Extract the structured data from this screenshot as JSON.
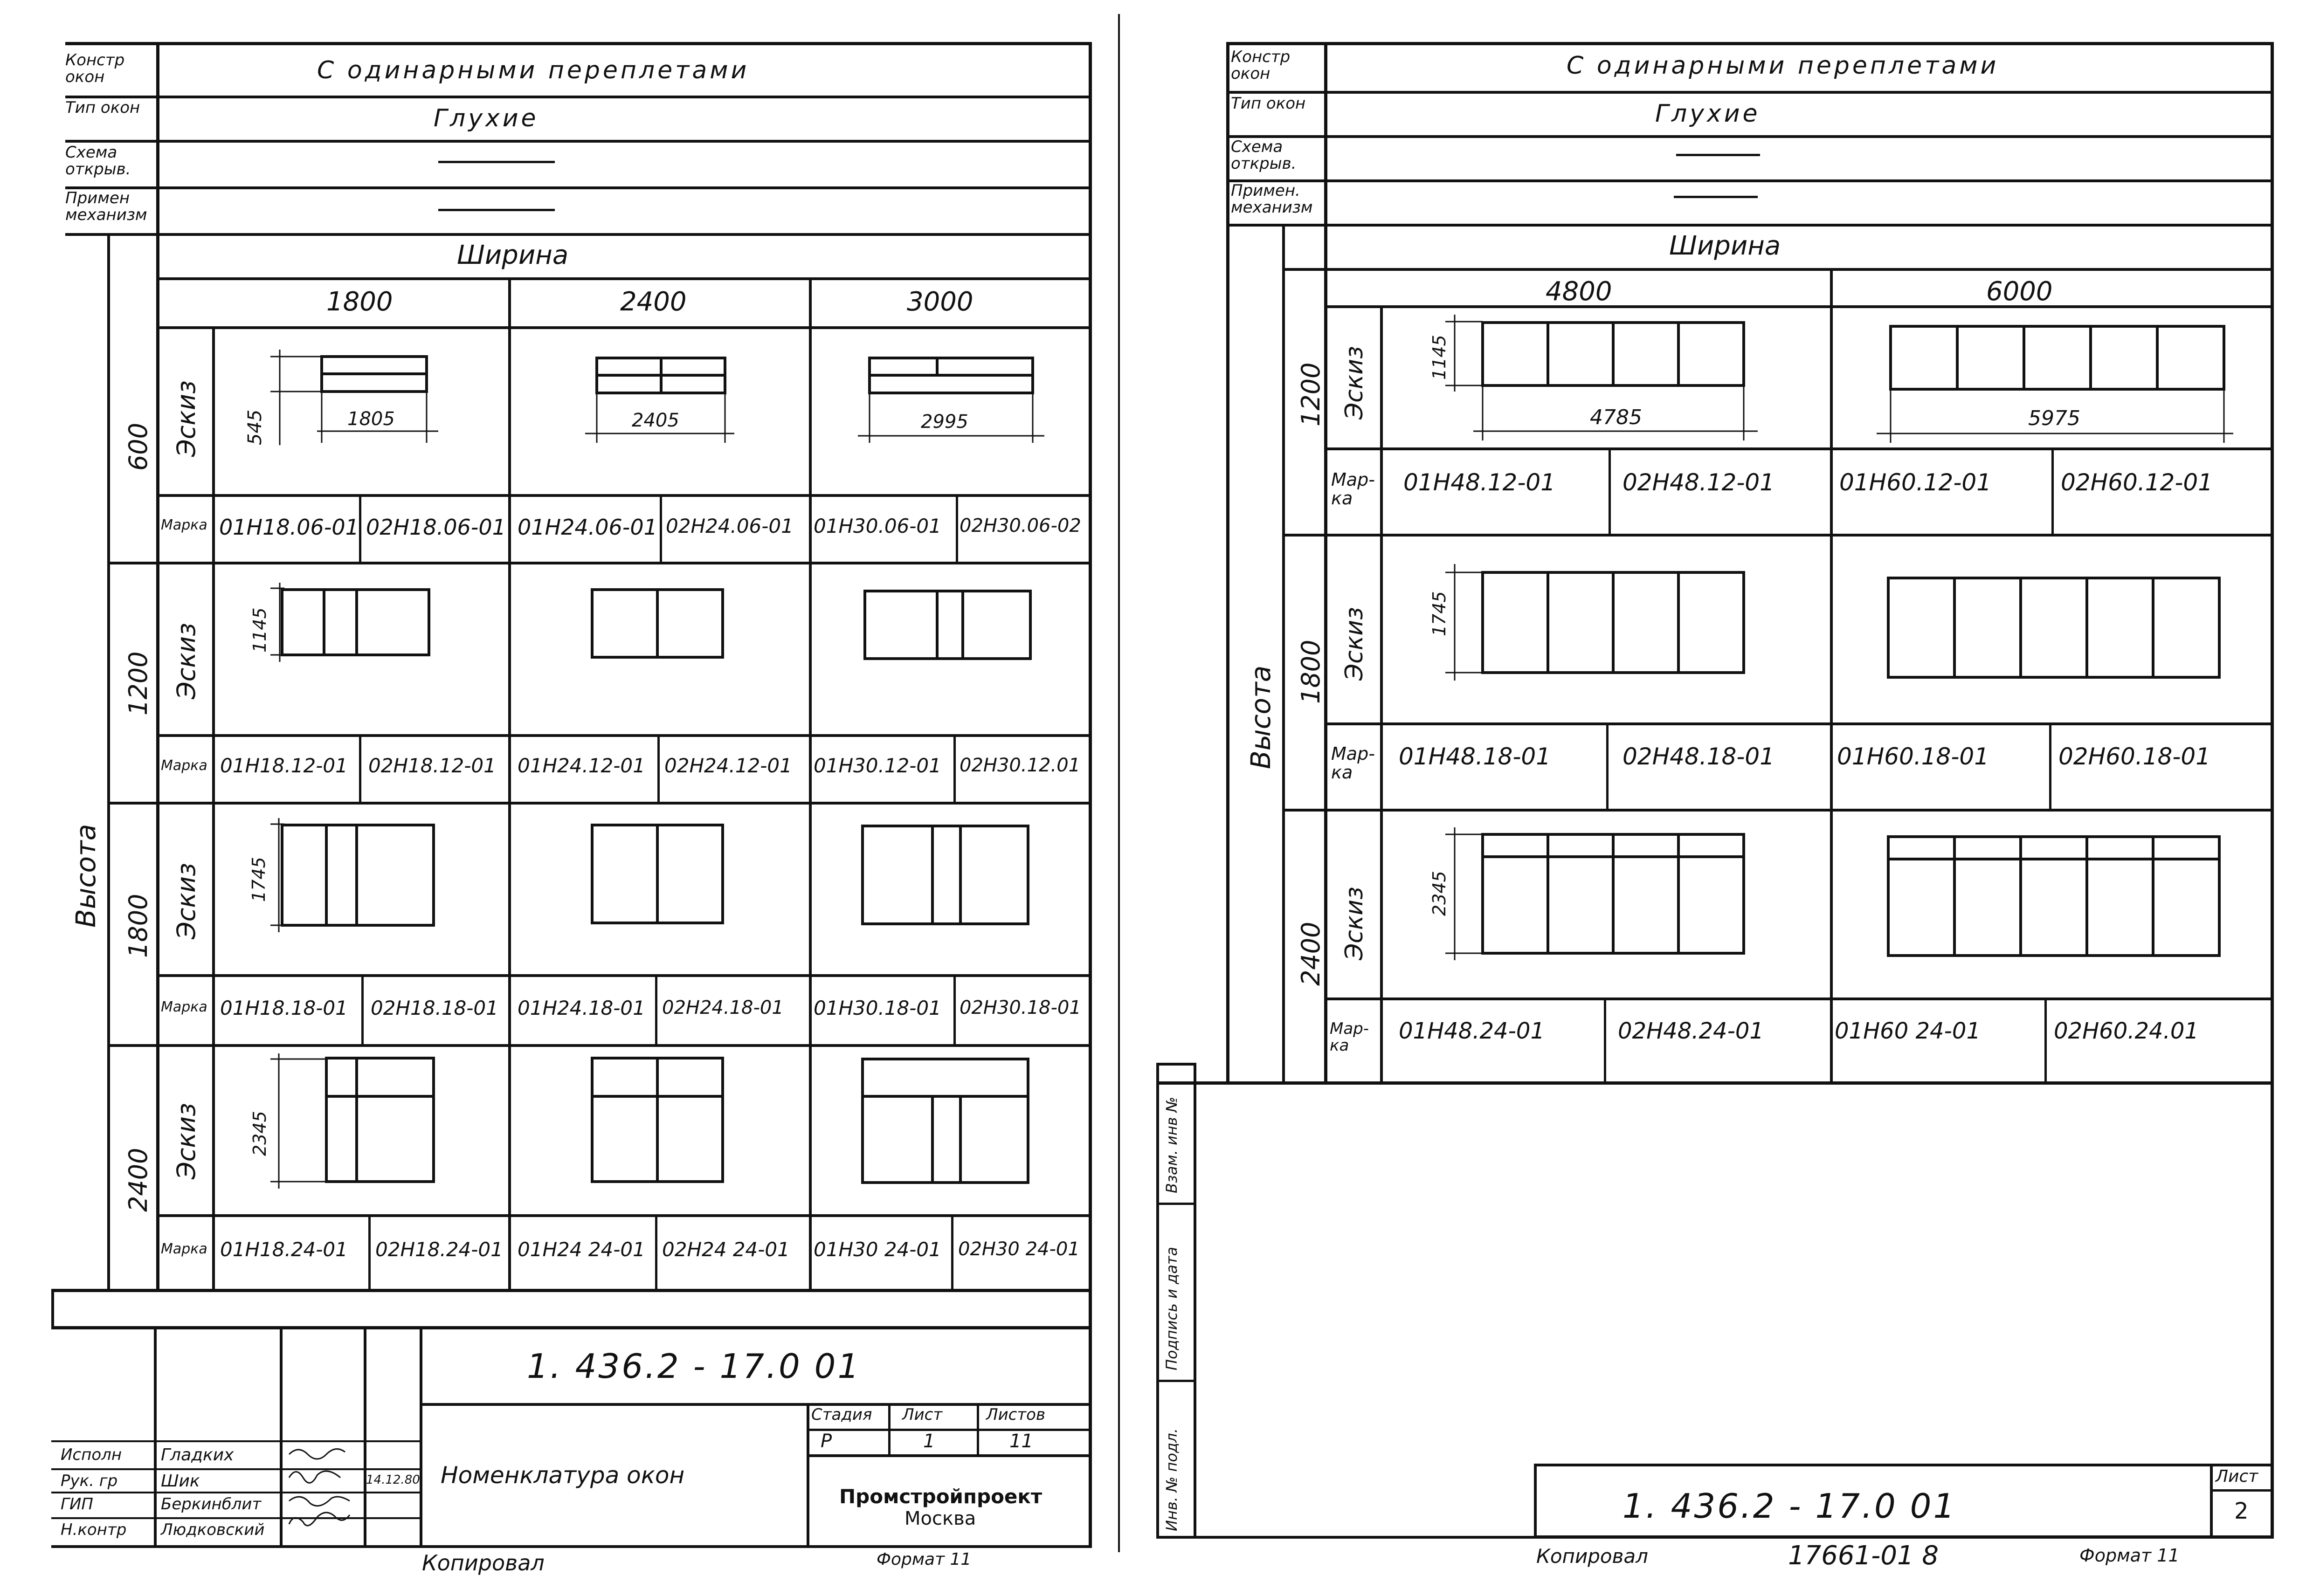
{
  "sheet1": {
    "left_labels": {
      "construction": "Констр окон",
      "type": "Тип окон",
      "scheme": "Схема открыв.",
      "mechanism": "Примен механизм"
    },
    "construction_value": "С одинарными переплетами",
    "type_value": "Глухие",
    "width_header": "Ширина",
    "height_header": "Высота",
    "sketch_label": "Эскиз",
    "mark_label": "Марка",
    "widths": [
      "1800",
      "2400",
      "3000"
    ],
    "rows": [
      {
        "height": "600",
        "dims": {
          "height": "545",
          "widths": [
            "1805",
            "2405",
            "2995"
          ]
        },
        "marks": [
          "01Н18.06-01",
          "02Н18.06-01",
          "01Н24.06-01",
          "02Н24.06-01",
          "01Н30.06-01",
          "02Н30.06-02"
        ]
      },
      {
        "height": "1200",
        "dims": {
          "height": "1145"
        },
        "marks": [
          "01Н18.12-01",
          "02Н18.12-01",
          "01Н24.12-01",
          "02Н24.12-01",
          "01Н30.12-01",
          "02Н30.12.01"
        ]
      },
      {
        "height": "1800",
        "dims": {
          "height": "1745"
        },
        "marks": [
          "01Н18.18-01",
          "02Н18.18-01",
          "01Н24.18-01",
          "02Н24.18-01",
          "01Н30.18-01",
          "02Н30.18-01"
        ]
      },
      {
        "height": "2400",
        "dims": {
          "height": "2345"
        },
        "marks": [
          "01Н18.24-01",
          "02Н18.24-01",
          "01Н24 24-01",
          "02Н24 24-01",
          "01Н30 24-01",
          "02Н30 24-01"
        ]
      }
    ],
    "title_block": {
      "code": "1. 436.2 - 17.0   01",
      "stage_label": "Стадия",
      "sheet_label": "Лист",
      "sheets_label": "Листов",
      "stage": "Р",
      "sheet": "1",
      "sheets": "11",
      "name": "Номенклатура   окон",
      "org": "Промстройпроект",
      "city": "Москва",
      "people": [
        {
          "role": "Исполн",
          "name": "Гладких"
        },
        {
          "role": "Рук. гр",
          "name": "Шик"
        },
        {
          "role": "ГИП",
          "name": "Беркинблит"
        },
        {
          "role": "Н.контр",
          "name": "Людковский"
        }
      ],
      "date": "14.12.80"
    },
    "footer_copied": "Копировал",
    "footer_format": "Формат 11"
  },
  "sheet2": {
    "left_labels": {
      "construction": "Констр окон",
      "type": "Тип окон",
      "scheme": "Схема открыв.",
      "mechanism": "Примен. механизм"
    },
    "construction_value": "С одинарными переплетами",
    "type_value": "Глухие",
    "width_header": "Ширина",
    "height_header": "Высота",
    "sketch_label": "Эскиз",
    "mark_label": "Мар-ка",
    "widths": [
      "4800",
      "6000"
    ],
    "rows": [
      {
        "height": "1200",
        "dims": {
          "height": "1145",
          "widths": [
            "4785",
            "5975"
          ]
        },
        "marks": [
          "01Н48.12-01",
          "02Н48.12-01",
          "01Н60.12-01",
          "02Н60.12-01"
        ]
      },
      {
        "height": "1800",
        "dims": {
          "height": "1745"
        },
        "marks": [
          "01Н48.18-01",
          "02Н48.18-01",
          "01Н60.18-01",
          "02Н60.18-01"
        ]
      },
      {
        "height": "2400",
        "dims": {
          "height": "2345"
        },
        "marks": [
          "01Н48.24-01",
          "02Н48.24-01",
          "01Н60 24-01",
          "02Н60.24.01"
        ]
      }
    ],
    "side_stamps": [
      "Инв. № подл.",
      "Подпись и дата",
      "Взам. инв №"
    ],
    "title_code": "1. 436.2 - 17.0   01",
    "sheet_label": "Лист",
    "sheet_no": "2",
    "footer_copied": "Копировал",
    "footer_order": "17661-01  8",
    "footer_format": "Формат 11"
  }
}
